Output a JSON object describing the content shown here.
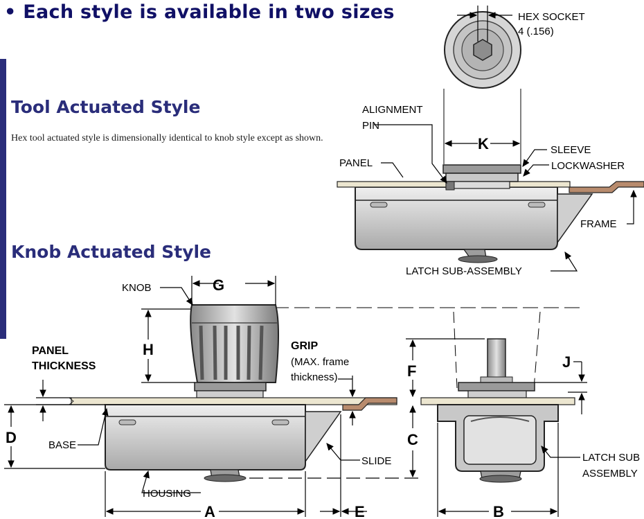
{
  "headings": {
    "main": "• Each style is available in two sizes",
    "tool": "Tool Actuated Style",
    "knob": "Knob Actuated Style"
  },
  "description": "Hex tool actuated style is dimensionally identical to knob style except as shown.",
  "top_view": {
    "hex_socket_line1": "HEX  SOCKET",
    "hex_socket_line2": "4 (.156)"
  },
  "tool_labels": {
    "alignment_line1": "ALIGNMENT",
    "alignment_line2": "PIN",
    "panel": "PANEL",
    "sleeve": "SLEEVE",
    "lockwasher": "LOCKWASHER",
    "frame": "FRAME",
    "latch": "LATCH SUB-ASSEMBLY",
    "dim_k": "K"
  },
  "knob_labels": {
    "knob": "KNOB",
    "panel_line1": "PANEL",
    "panel_line2": "THICKNESS",
    "base": "BASE",
    "housing": "HOUSING",
    "slide": "SLIDE",
    "grip": "GRIP",
    "grip_sub1": "(MAX. frame",
    "grip_sub2": "thickness)",
    "latch_line1": "LATCH SUB",
    "latch_line2": "ASSEMBLY"
  },
  "dimensions": {
    "a": "A",
    "b": "B",
    "c": "C",
    "d": "D",
    "e": "E",
    "f": "F",
    "g": "G",
    "h": "H",
    "j": "J"
  },
  "colors": {
    "heading": "#2a2d7a",
    "panel_fill": "#ece6d0",
    "frame_fill": "#b88b6d",
    "metal": "#d8d8d8"
  }
}
